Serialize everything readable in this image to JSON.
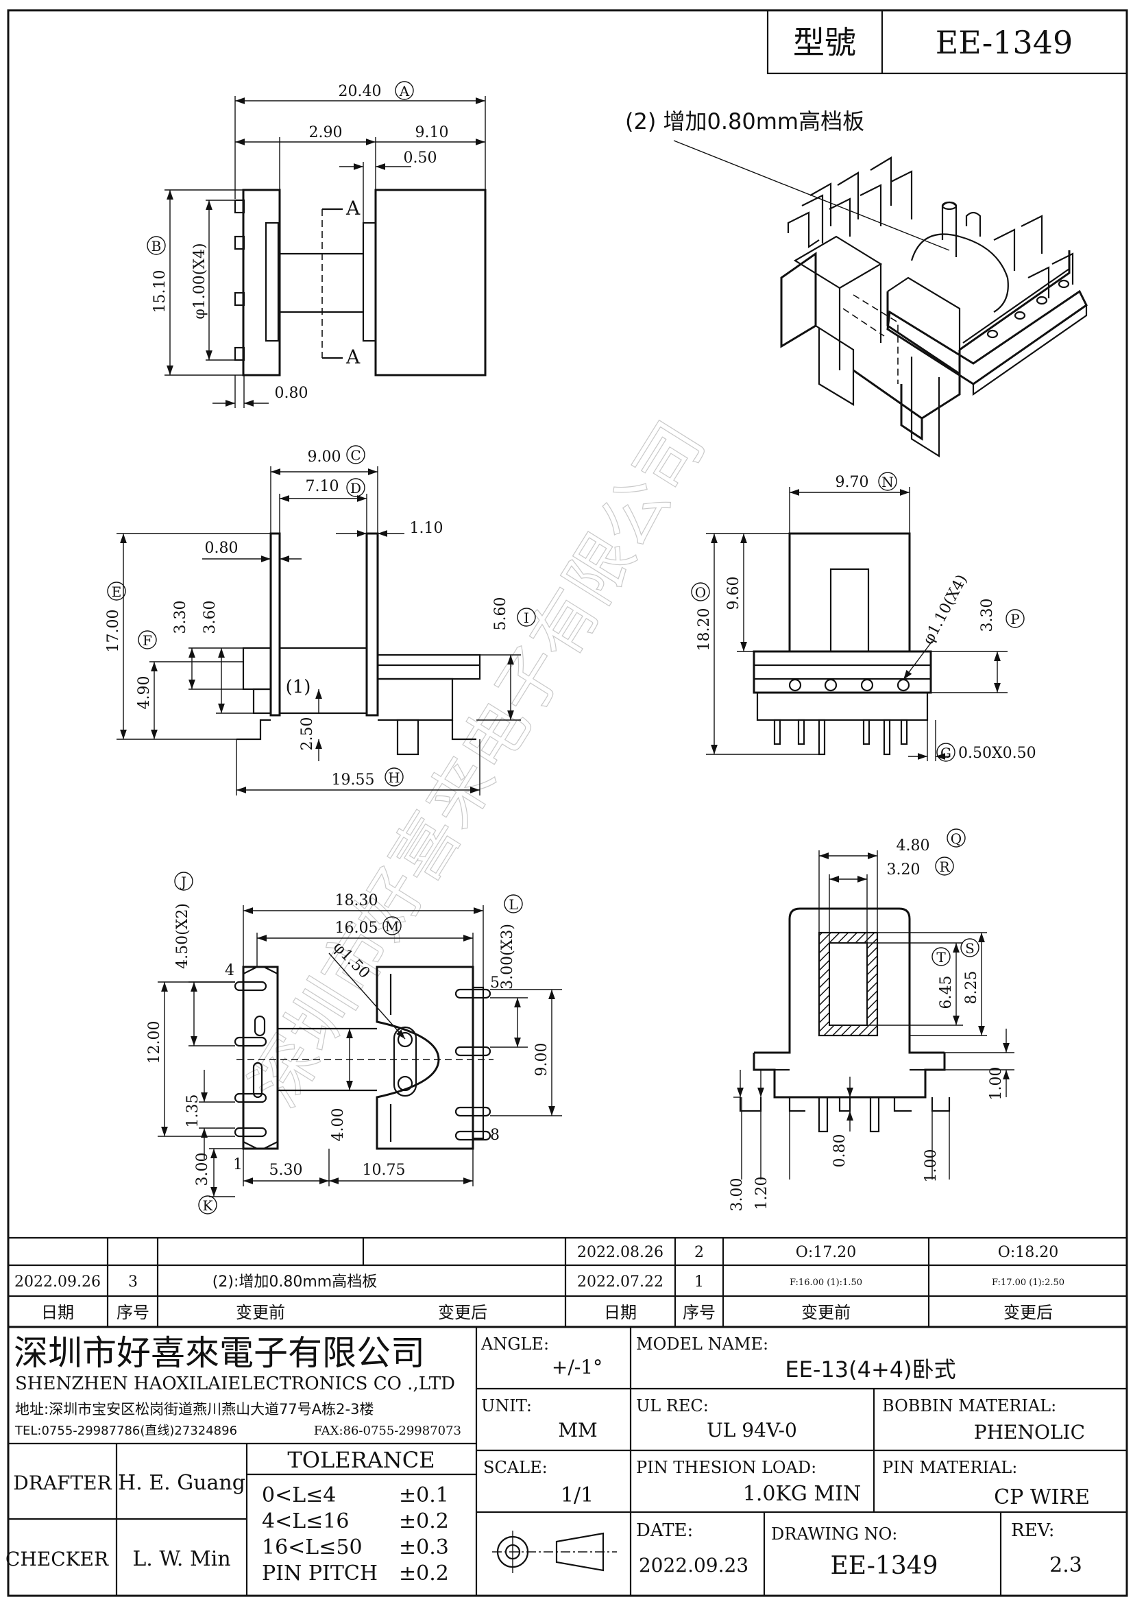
{
  "header": {
    "model_label": "型號",
    "model_value": "EE-1349"
  },
  "note": "(2) 增加0.80mm高档板",
  "watermark": "深圳市好喜来电子有限公司",
  "dimensions": {
    "a": "20.40",
    "a_mark": "A",
    "top_2_90": "2.90",
    "top_9_10": "9.10",
    "top_0_50": "0.50",
    "b": "15.10",
    "b_mark": "B",
    "pin_dia_4": "φ1.00(X4)",
    "top_0_80": "0.80",
    "section_a1": "A",
    "section_a2": "A",
    "c": "9.00",
    "c_mark": "C",
    "d": "7.10",
    "d_mark": "D",
    "side_0_80": "0.80",
    "side_1_10": "1.10",
    "e": "17.00",
    "e_mark": "E",
    "side_3_30": "3.30",
    "side_3_60": "3.60",
    "f": "4.90",
    "f_mark": "F",
    "i": "5.60",
    "i_mark": "I",
    "callout_1": "(1)",
    "side_2_50": "2.50",
    "h": "19.55",
    "h_mark": "H",
    "n": "9.70",
    "n_mark": "N",
    "o": "18.20",
    "o_mark": "O",
    "front_9_60": "9.60",
    "pin_dia_110": "φ1.10(X4)",
    "p": "3.30",
    "p_mark": "P",
    "g_mark": "G",
    "g": "0.50X0.50",
    "j_mark": "J",
    "j": "4.50(X2)",
    "bot_18_30": "18.30",
    "m": "16.05",
    "m_mark": "M",
    "hole_dia": "φ1.50",
    "l_mark": "L",
    "l": "3.00(X3)",
    "pin4": "4",
    "pin5": "5",
    "pin8": "8",
    "pin1": "1",
    "bot_12_00": "12.00",
    "bot_9_00": "9.00",
    "bot_1_35": "1.35",
    "bot_4_00": "4.00",
    "k": "3.00",
    "k_mark": "K",
    "bot_5_30": "5.30",
    "bot_10_75": "10.75",
    "q": "4.80",
    "q_mark": "Q",
    "r": "3.20",
    "r_mark": "R",
    "s_mark": "S",
    "s": "8.25",
    "t_mark": "T",
    "t": "6.45",
    "end_1_00a": "1.00",
    "end_3_00": "3.00",
    "end_1_20": "1.20",
    "end_0_80": "0.80",
    "end_1_00b": "1.00"
  },
  "revisions": {
    "rows": [
      {
        "date_l": "",
        "no_l": "",
        "before_l": "",
        "after_l": "",
        "date_r": "2022.08.26",
        "no_r": "2",
        "before_r": "O:17.20",
        "after_r": "O:18.20"
      },
      {
        "date_l": "2022.09.26",
        "no_l": "3",
        "before_l": "(2):增加0.80mm高档板",
        "after_l": "",
        "date_r": "2022.07.22",
        "no_r": "1",
        "before_r": "F:16.00   (1):1.50",
        "after_r": "F:17.00   (1):2.50"
      }
    ],
    "headers": {
      "date": "日期",
      "no": "序号",
      "before": "变更前",
      "after": "变更后"
    }
  },
  "title_block": {
    "company_cn": "深圳市好喜來電子有限公司",
    "company_en": "SHENZHEN HAOXILAIELECTRONICS CO .,LTD",
    "address": "地址:深圳市宝安区松岗街道燕川燕山大道77号A栋2-3楼",
    "tel": "TEL:0755-29987786(直线)27324896",
    "fax": "FAX:86-0755-29987073",
    "angle_label": "ANGLE:",
    "angle_value": "+/-1°",
    "model_name_label": "MODEL NAME:",
    "model_name_value": "EE-13(4+4)卧式",
    "unit_label": "UNIT:",
    "unit_value": "MM",
    "ul_label": "UL REC:",
    "ul_value": "UL 94V-0",
    "bobbin_label": "BOBBIN MATERIAL:",
    "bobbin_value": "PHENOLIC",
    "drafter_label": "DRAFTER",
    "drafter_value": "H. E. Guang",
    "tolerance_label": "TOLERANCE",
    "tol1_range": "0<L≤4",
    "tol1_val": "±0.1",
    "tol2_range": "4<L≤16",
    "tol2_val": "±0.2",
    "tol3_range": "16<L≤50",
    "tol3_val": "±0.3",
    "tol4_range": "PIN PITCH",
    "tol4_val": "±0.2",
    "scale_label": "SCALE:",
    "scale_value": "1/1",
    "pin_load_label": "PIN THESION LOAD:",
    "pin_load_value": "1.0KG MIN",
    "pin_mat_label": "PIN MATERIAL:",
    "pin_mat_value": "CP  WIRE",
    "checker_label": "CHECKER",
    "checker_value": "L. W. Min",
    "date_label": "DATE:",
    "date_value": "2022.09.23",
    "drawing_no_label": "DRAWING NO:",
    "drawing_no_value": "EE-1349",
    "rev_label": "REV:",
    "rev_value": "2.3"
  }
}
